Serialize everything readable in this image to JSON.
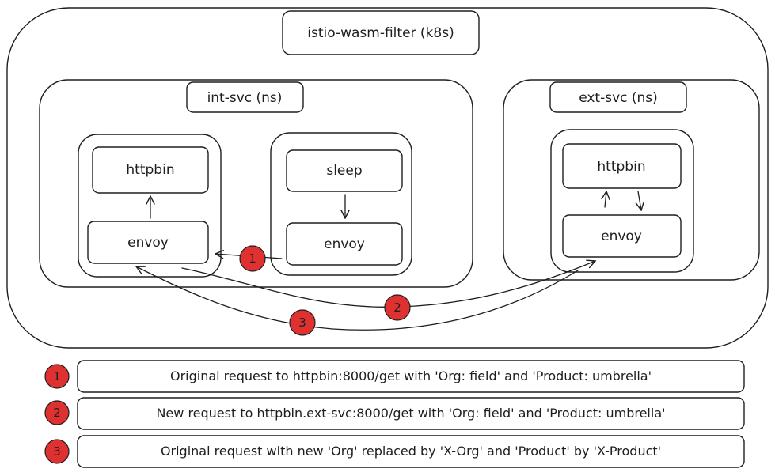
{
  "diagram": {
    "cluster_label": "istio-wasm-filter (k8s)",
    "namespaces": [
      {
        "label": "int-svc (ns)",
        "pods": [
          {
            "containers": [
              "httpbin",
              "envoy"
            ]
          },
          {
            "containers": [
              "sleep",
              "envoy"
            ]
          }
        ]
      },
      {
        "label": "ext-svc (ns)",
        "pods": [
          {
            "containers": [
              "httpbin",
              "envoy"
            ]
          }
        ]
      }
    ],
    "steps": [
      {
        "number": "1",
        "description": "Original request to httpbin:8000/get with 'Org: field' and 'Product: umbrella'"
      },
      {
        "number": "2",
        "description": "New request to httpbin.ext-svc:8000/get with 'Org: field' and 'Product: umbrella'"
      },
      {
        "number": "3",
        "description": "Original request with new 'Org' replaced by 'X-Org' and 'Product' by 'X-Product'"
      }
    ],
    "colors": {
      "stroke": "#1e1e1e",
      "badge_fill": "#e03131",
      "background": "#ffffff"
    }
  }
}
